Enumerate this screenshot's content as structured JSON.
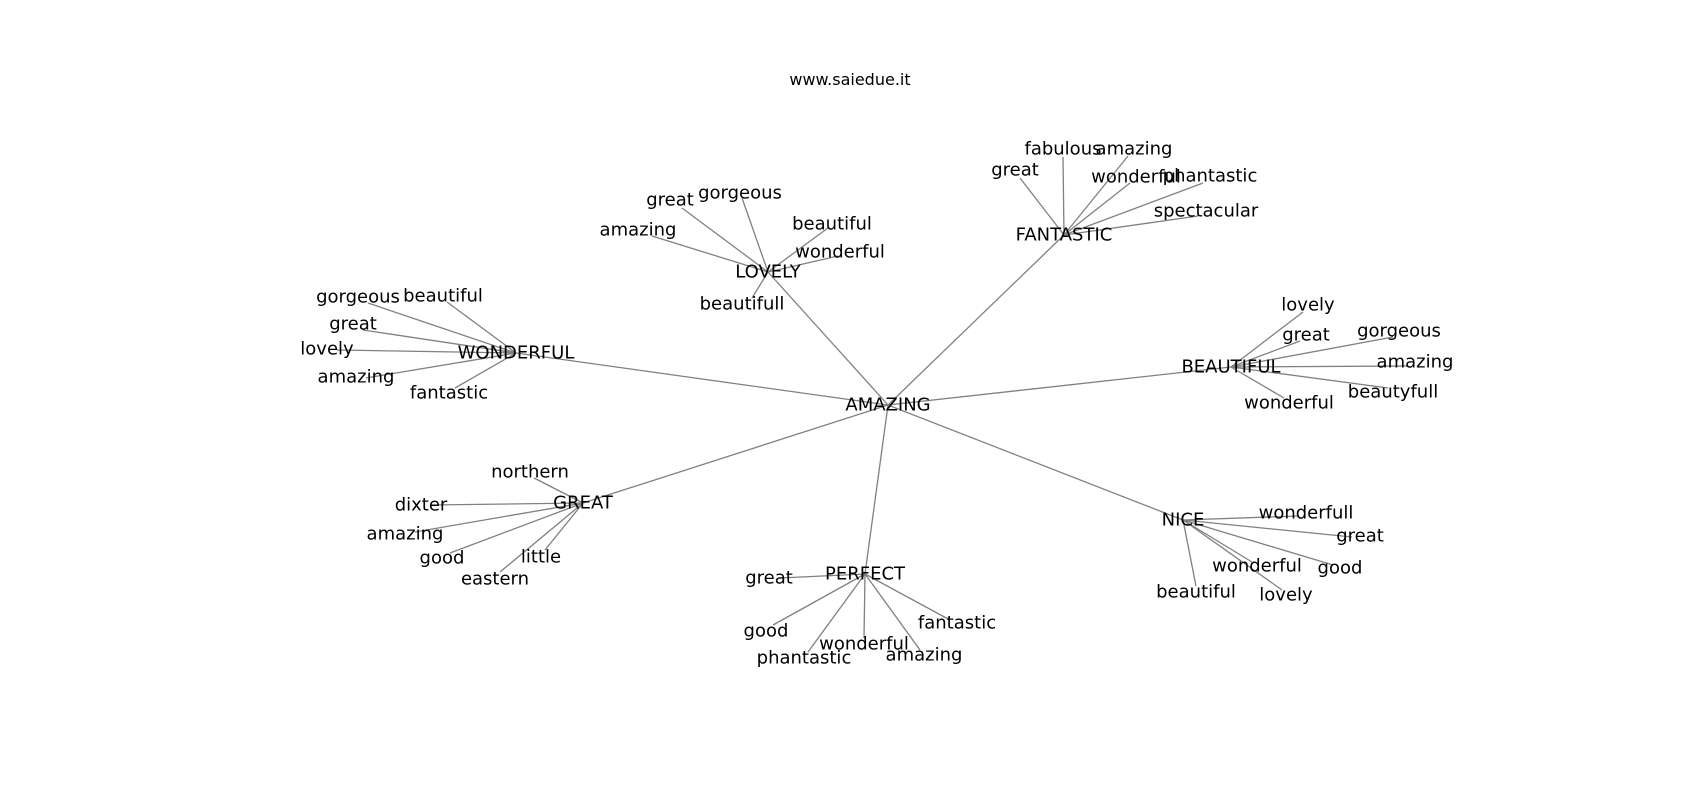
{
  "title": "www.saiedue.it",
  "graph": {
    "root": "AMAZING",
    "hubs": [
      {
        "label": "LOVELY",
        "children": [
          "great",
          "gorgeous",
          "amazing",
          "beautiful",
          "wonderful",
          "beautifull"
        ]
      },
      {
        "label": "FANTASTIC",
        "children": [
          "great",
          "fabulous",
          "amazing",
          "wonderful",
          "phantastic",
          "spectacular"
        ]
      },
      {
        "label": "WONDERFUL",
        "children": [
          "gorgeous",
          "beautiful",
          "great",
          "lovely",
          "amazing",
          "fantastic"
        ]
      },
      {
        "label": "BEAUTIFUL",
        "children": [
          "lovely",
          "great",
          "gorgeous",
          "amazing",
          "beautyfull",
          "wonderful"
        ]
      },
      {
        "label": "GREAT",
        "children": [
          "northern",
          "dixter",
          "amazing",
          "good",
          "little",
          "eastern"
        ]
      },
      {
        "label": "NICE",
        "children": [
          "wonderfull",
          "great",
          "wonderful",
          "good",
          "beautiful",
          "lovely"
        ]
      },
      {
        "label": "PERFECT",
        "children": [
          "great",
          "good",
          "fantastic",
          "wonderful",
          "phantastic",
          "amazing"
        ]
      }
    ]
  }
}
